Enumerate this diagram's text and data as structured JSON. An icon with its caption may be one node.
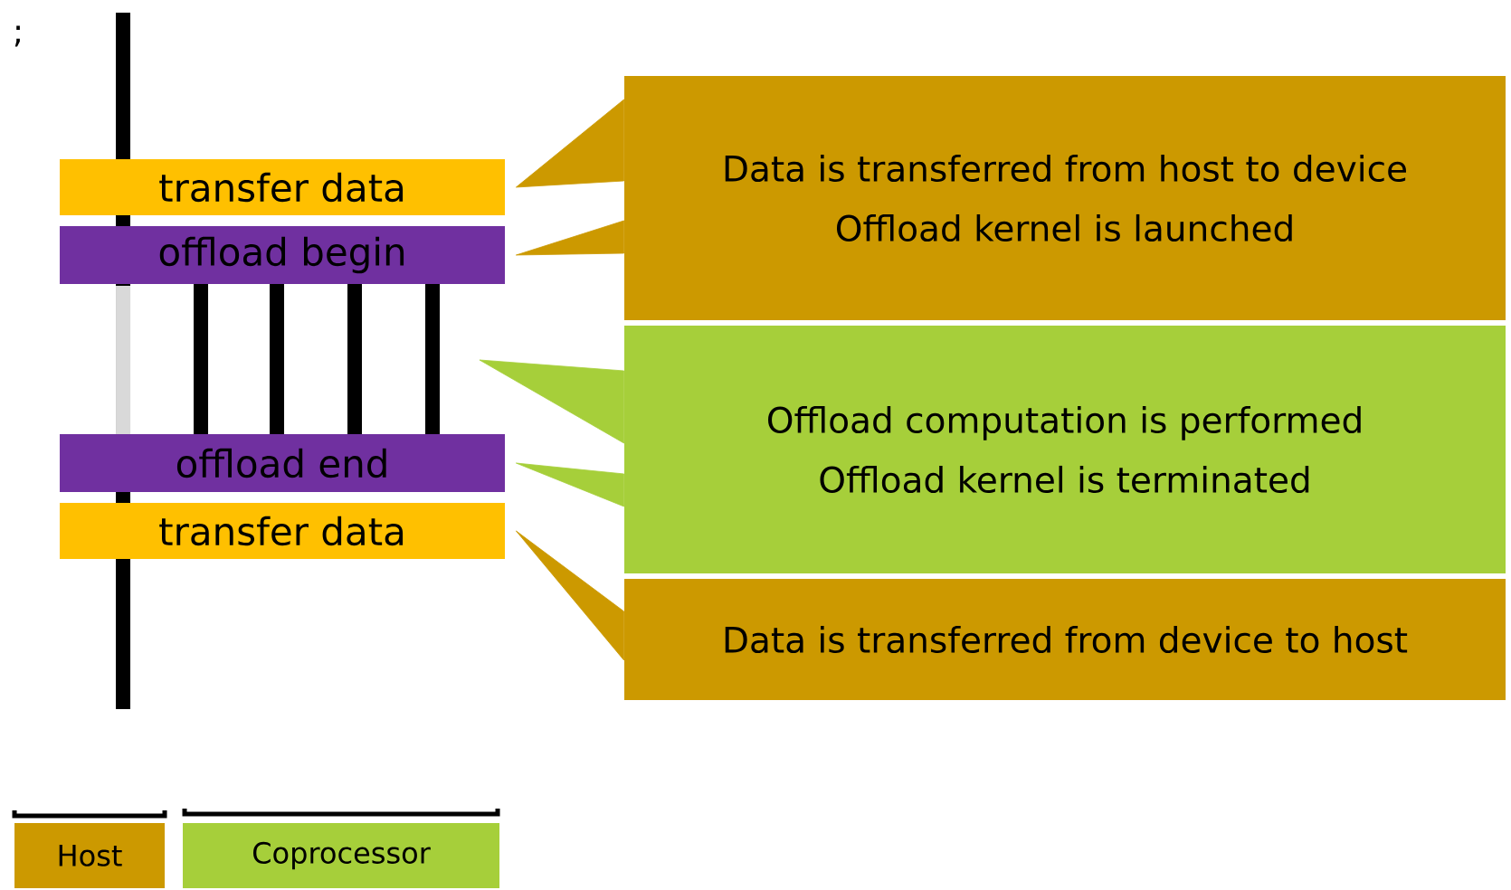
{
  "diagram": {
    "nodes": [
      {
        "text": [
          "transfer data"
        ]
      },
      {
        "text": [
          "offload begin"
        ]
      },
      {
        "text": [
          "offload end"
        ]
      },
      {
        "text": [
          "transfer data"
        ]
      },
      {
        "text": [
          "Data is transferred from host to device",
          "Offload kernel is launched"
        ]
      },
      {
        "text": [
          "Offload computation is performed",
          "Offload kernel is terminated"
        ]
      },
      {
        "text": [
          "Data is transferred from device to host"
        ]
      }
    ],
    "edges": [
      {
        "from": 4,
        "to": 0,
        "arrow": "to"
      },
      {
        "from": 4,
        "to": 1,
        "arrow": "to"
      },
      {
        "from": 5,
        "to": null,
        "arrow": "to"
      },
      {
        "from": 5,
        "to": 2,
        "arrow": "to"
      },
      {
        "from": 6,
        "to": 3,
        "arrow": "to"
      }
    ],
    "labels": [
      ";"
    ],
    "legend": [
      {
        "text": "Host",
        "color": "#cc9900"
      },
      {
        "text": "Coprocessor",
        "color": "#a6cf3a"
      }
    ]
  }
}
